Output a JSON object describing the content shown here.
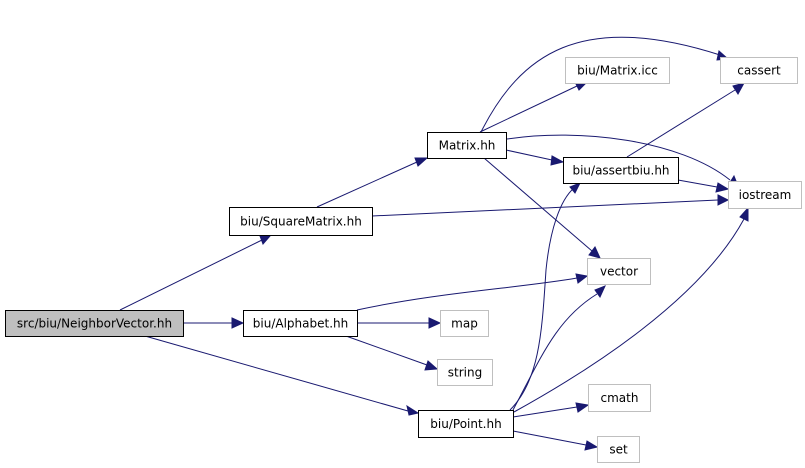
{
  "nodes": {
    "neighbor_vector": {
      "label": "src/biu/NeighborVector.hh",
      "kind": "focus"
    },
    "square_matrix": {
      "label": "biu/SquareMatrix.hh",
      "kind": "doc"
    },
    "matrix": {
      "label": "Matrix.hh",
      "kind": "doc"
    },
    "matrix_icc": {
      "label": "biu/Matrix.icc",
      "kind": "sys"
    },
    "cassert": {
      "label": "cassert",
      "kind": "sys"
    },
    "assertbiu": {
      "label": "biu/assertbiu.hh",
      "kind": "doc"
    },
    "iostream": {
      "label": "iostream",
      "kind": "sys"
    },
    "vector": {
      "label": "vector",
      "kind": "sys"
    },
    "alphabet": {
      "label": "biu/Alphabet.hh",
      "kind": "doc"
    },
    "map": {
      "label": "map",
      "kind": "sys"
    },
    "string": {
      "label": "string",
      "kind": "sys"
    },
    "point": {
      "label": "biu/Point.hh",
      "kind": "doc"
    },
    "cmath": {
      "label": "cmath",
      "kind": "sys"
    },
    "set": {
      "label": "set",
      "kind": "sys"
    }
  },
  "edges": [
    {
      "from": "neighbor_vector",
      "to": "square_matrix"
    },
    {
      "from": "neighbor_vector",
      "to": "alphabet"
    },
    {
      "from": "neighbor_vector",
      "to": "point"
    },
    {
      "from": "square_matrix",
      "to": "matrix"
    },
    {
      "from": "square_matrix",
      "to": "iostream"
    },
    {
      "from": "matrix",
      "to": "matrix_icc"
    },
    {
      "from": "matrix",
      "to": "cassert"
    },
    {
      "from": "matrix",
      "to": "assertbiu"
    },
    {
      "from": "matrix",
      "to": "iostream"
    },
    {
      "from": "matrix",
      "to": "vector"
    },
    {
      "from": "assertbiu",
      "to": "cassert"
    },
    {
      "from": "assertbiu",
      "to": "iostream"
    },
    {
      "from": "alphabet",
      "to": "vector"
    },
    {
      "from": "alphabet",
      "to": "map"
    },
    {
      "from": "alphabet",
      "to": "string"
    },
    {
      "from": "point",
      "to": "assertbiu"
    },
    {
      "from": "point",
      "to": "vector"
    },
    {
      "from": "point",
      "to": "iostream"
    },
    {
      "from": "point",
      "to": "cmath"
    },
    {
      "from": "point",
      "to": "set"
    }
  ],
  "colors": {
    "edge": "#191970",
    "focus_fill": "#bfbfbf",
    "doc_border": "#000000",
    "sys_border": "#bfbfbf"
  }
}
